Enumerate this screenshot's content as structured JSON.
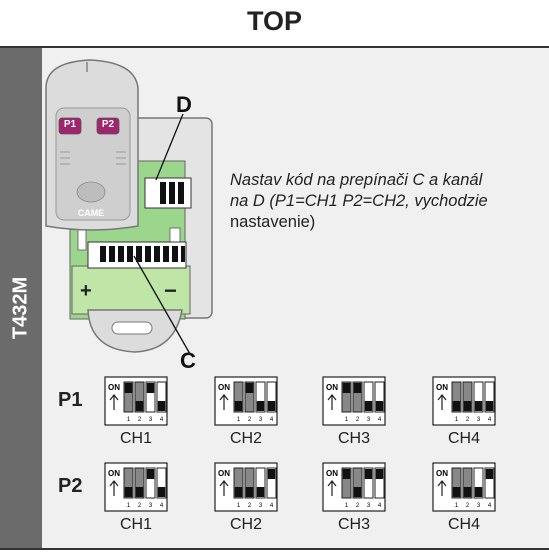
{
  "heading": "TOP",
  "side_tab": "T432M",
  "remote_buttons": [
    "P1",
    "P2"
  ],
  "remote_brand": "CAME",
  "battery_plus": "+",
  "battery_minus": "−",
  "letter_d": "D",
  "letter_c": "C",
  "instruction": {
    "line1": "Nastav kód na prepínači C a kanál",
    "line2": "na D (P1=CH1  P2=CH2, vychodzie",
    "line3": "nastavenie)"
  },
  "dip_on_label": "ON",
  "dip_numbers": [
    "1",
    "2",
    "3",
    "4"
  ],
  "rows": [
    {
      "label": "P1",
      "channels": [
        {
          "name": "CH1",
          "switches": [
            "on",
            "off",
            "on",
            "off"
          ]
        },
        {
          "name": "CH2",
          "switches": [
            "off",
            "on",
            "off",
            "off"
          ]
        },
        {
          "name": "CH3",
          "switches": [
            "on",
            "on",
            "off",
            "off"
          ]
        },
        {
          "name": "CH4",
          "switches": [
            "off",
            "off",
            "off",
            "off"
          ]
        }
      ]
    },
    {
      "label": "P2",
      "channels": [
        {
          "name": "CH1",
          "switches": [
            "off",
            "off",
            "on",
            "off"
          ]
        },
        {
          "name": "CH2",
          "switches": [
            "off",
            "off",
            "off",
            "on"
          ]
        },
        {
          "name": "CH3",
          "switches": [
            "on",
            "off",
            "on",
            "on"
          ]
        },
        {
          "name": "CH4",
          "switches": [
            "off",
            "off",
            "off",
            "on"
          ]
        }
      ]
    }
  ],
  "colors": {
    "pcb": "#9bd68c",
    "remote_body": "#dcdcdc",
    "remote_button": "#a0246e",
    "panel_bg": "#f0f0f0",
    "side_tab": "#6b6b6b"
  }
}
